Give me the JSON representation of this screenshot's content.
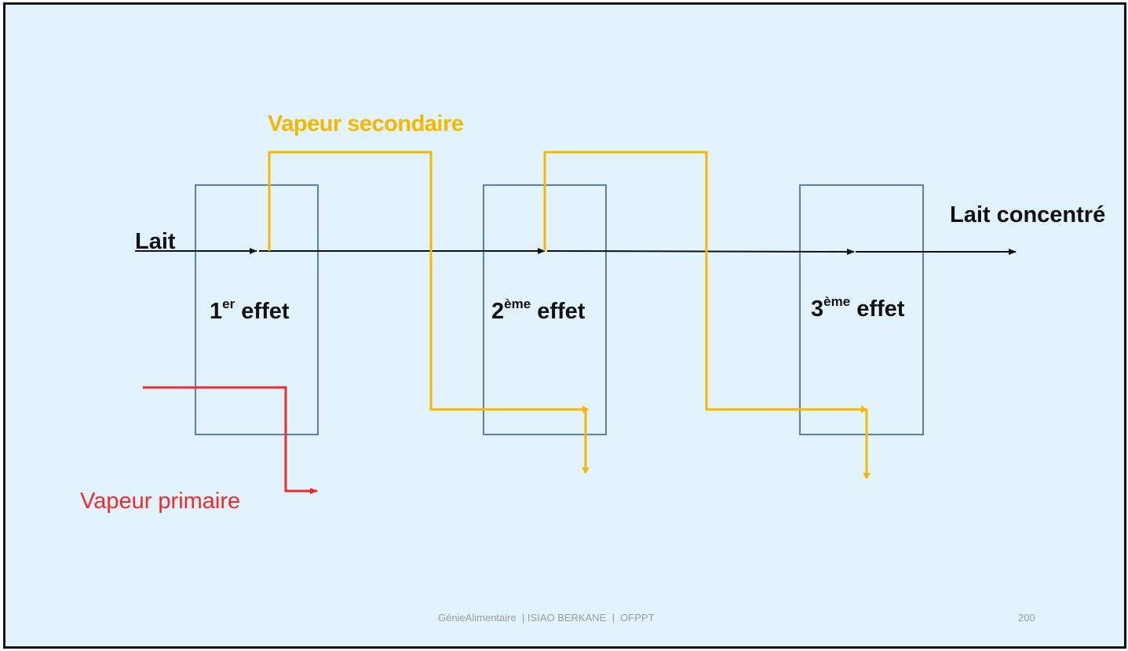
{
  "labels": {
    "vapeur_secondaire": "Vapeur secondaire",
    "vapeur_primaire": "Vapeur primaire",
    "lait": "Lait",
    "lait_concentre": "Lait concentré"
  },
  "effects": [
    {
      "num": "1",
      "sup": "er",
      "word": "effet"
    },
    {
      "num": "2",
      "sup": "ème",
      "word": "effet"
    },
    {
      "num": "3",
      "sup": "ème",
      "word": "effet"
    }
  ],
  "footer": {
    "credit": "GénieAlimentaire  | ISIAO BERKANE  |  OFPPT",
    "page": "200"
  },
  "colors": {
    "background": "#e3f3fd",
    "box_stroke": "#5b7fb0",
    "milk_line": "#111111",
    "secondary_steam": "#f5b800",
    "primary_steam": "#ee2a2a",
    "footer_text": "#9a9a9a"
  }
}
